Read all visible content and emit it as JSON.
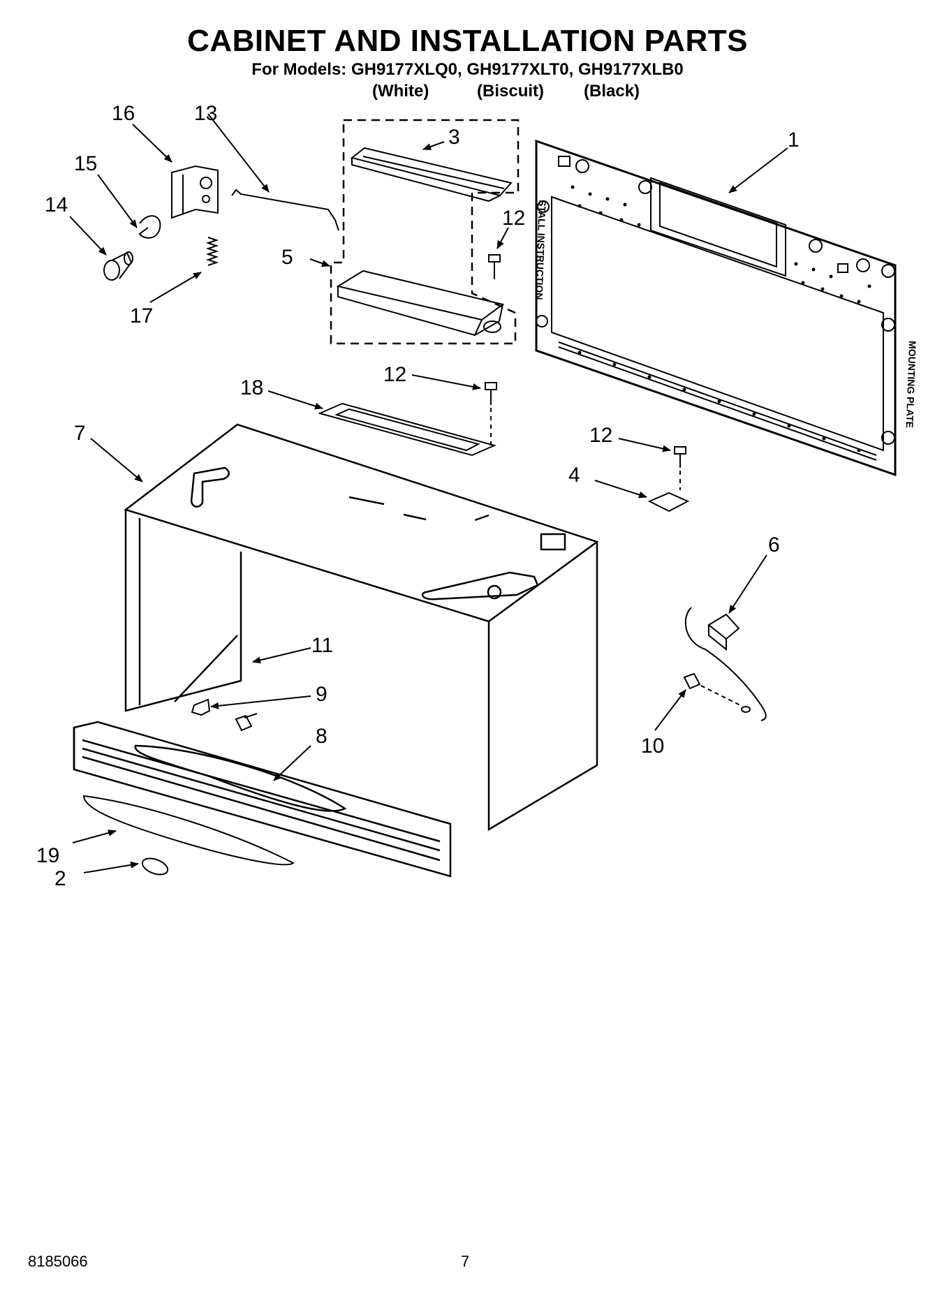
{
  "title": "CABINET AND INSTALLATION PARTS",
  "models_line": "For Models: GH9177XLQ0, GH9177XLT0, GH9177XLB0",
  "colors": [
    "(White)",
    "(Biscuit)",
    "(Black)"
  ],
  "callouts": {
    "c1": "1",
    "c2": "2",
    "c3": "3",
    "c4": "4",
    "c5": "5",
    "c6": "6",
    "c7": "7",
    "c8": "8",
    "c9": "9",
    "c10": "10",
    "c11": "11",
    "c12a": "12",
    "c12b": "12",
    "c12c": "12",
    "c13": "13",
    "c14": "14",
    "c15": "15",
    "c16": "16",
    "c17": "17",
    "c18": "18",
    "c19": "19"
  },
  "plate_text": [
    "MOUNTING PLATE",
    "STALL INSTRUCTION"
  ],
  "footer": {
    "doc_number": "8185066",
    "page_number": "7"
  }
}
